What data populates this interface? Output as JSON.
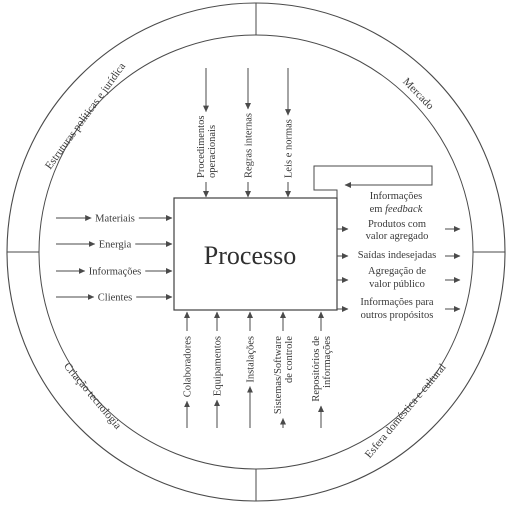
{
  "process": {
    "title": "Processo"
  },
  "ring_labels": {
    "top_left": "Estruturas políticas e jurídica",
    "top_right": "Mercado",
    "bottom_left": "Criação tecnologia",
    "bottom_right": "Esfera doméstica e cultural"
  },
  "inputs_left": [
    "Materiais",
    "Energia",
    "Informações",
    "Clientes"
  ],
  "controls_top": [
    [
      "Procedimentos",
      "operacionais"
    ],
    [
      "Regras internas"
    ],
    [
      "Leis e normas"
    ]
  ],
  "resources_bottom": [
    [
      "Colaboradores"
    ],
    [
      "Equipamentos"
    ],
    [
      "Instalações"
    ],
    [
      "Sistemas/Software",
      "de controle"
    ],
    [
      "Repositórios de",
      "informações"
    ]
  ],
  "outputs_right": [
    [
      "Informações",
      "em feedback"
    ],
    [
      "Produtos com",
      "valor agregado"
    ],
    [
      "Saídas indesejadas"
    ],
    [
      "Agregação de",
      "valor público"
    ],
    [
      "Informações para",
      "outros propósitos"
    ]
  ]
}
